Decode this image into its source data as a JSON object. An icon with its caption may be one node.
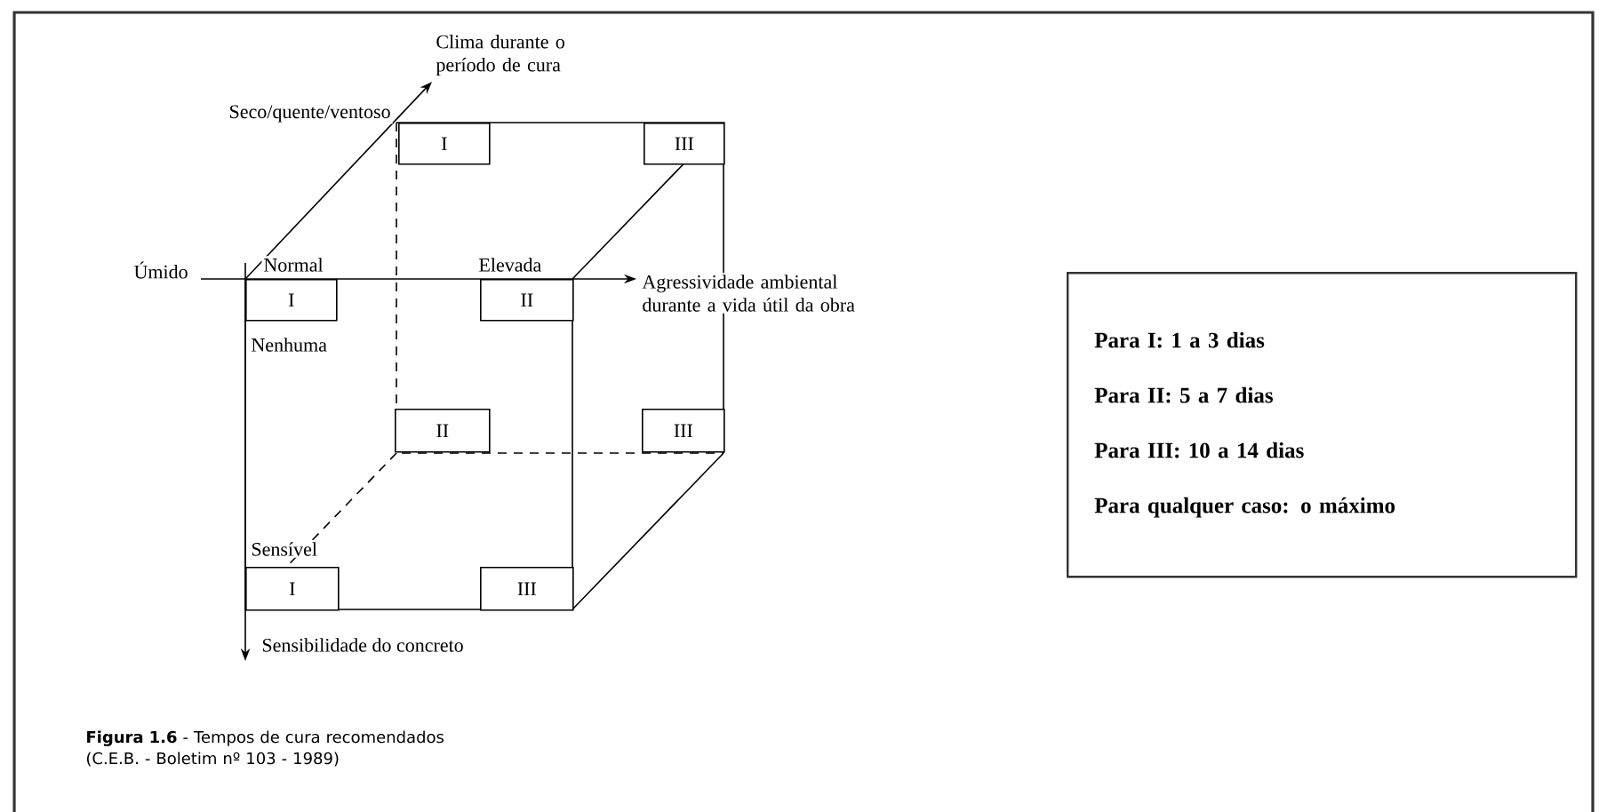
{
  "diagram": {
    "caption": "**Figura 1.6** - Tempos de cura recomendados (C.E.B. - Boletim nº 103 - 1989)",
    "nodes": [
      {
        "text": [
          "I"
        ]
      },
      {
        "text": [
          "III"
        ]
      },
      {
        "text": [
          "I"
        ]
      },
      {
        "text": [
          "II"
        ]
      },
      {
        "text": [
          "II"
        ]
      },
      {
        "text": [
          "III"
        ]
      },
      {
        "text": [
          "I"
        ]
      },
      {
        "text": [
          "III"
        ]
      },
      {
        "text": [
          "Para I: 1 a 3 dias",
          "Para II: 5 a 7 dias",
          "Para III: 10 a 14 dias",
          "Para qualquer caso: o máximo"
        ]
      }
    ],
    "labels": [
      "Clima durante o período de cura",
      "Seco/quente/ventoso",
      "Úmido",
      "Normal",
      "Elevada",
      "Agressividade ambiental durante a vida útil da obra",
      "Nenhuma",
      "Sensível",
      "Sensibilidade do concreto"
    ]
  }
}
